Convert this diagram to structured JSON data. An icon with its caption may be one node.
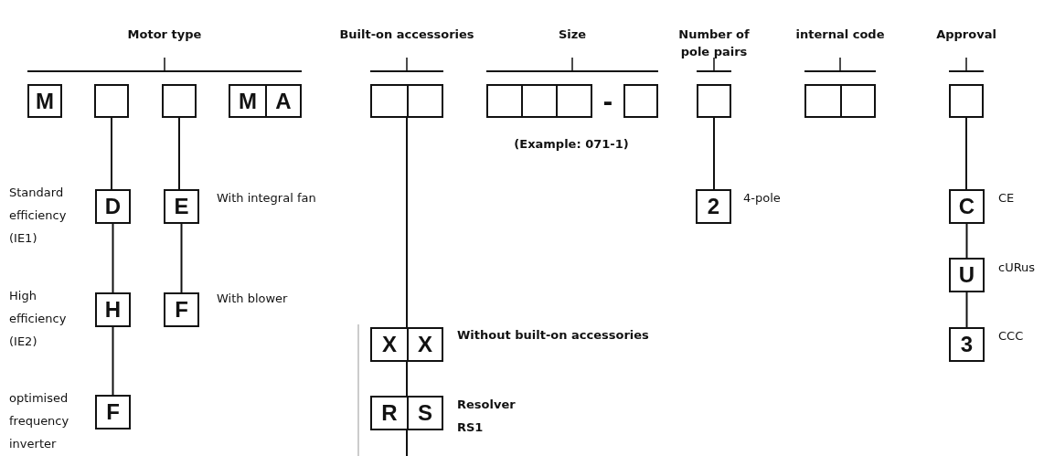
{
  "diagram": {
    "nodes": [
      {
        "text": [
          "M"
        ]
      },
      {
        "text": [],
        "shape": "box"
      },
      {
        "text": [],
        "shape": "box"
      },
      {
        "text": [
          "M"
        ]
      },
      {
        "text": [
          "A"
        ]
      },
      {
        "text": [],
        "shape": "box"
      },
      {
        "text": [],
        "shape": "box"
      },
      {
        "text": [],
        "shape": "box"
      },
      {
        "text": [],
        "shape": "box"
      },
      {
        "text": [],
        "shape": "box"
      },
      {
        "text": [],
        "shape": "box"
      },
      {
        "text": [],
        "shape": "box"
      },
      {
        "text": [],
        "shape": "box"
      },
      {
        "text": [],
        "shape": "box"
      },
      {
        "text": [],
        "shape": "box"
      },
      {
        "text": [
          "D"
        ],
        "beside": [
          "Standard efficiency (IE1)"
        ]
      },
      {
        "text": [
          "E"
        ],
        "beside": [
          "With integral fan"
        ]
      },
      {
        "text": [
          "2"
        ],
        "beside": [
          "4-pole"
        ]
      },
      {
        "text": [
          "C"
        ],
        "beside": [
          "CE"
        ]
      },
      {
        "text": [
          "H"
        ],
        "beside": [
          "High efficiency (IE2)"
        ]
      },
      {
        "text": [
          "F"
        ],
        "beside": [
          "With blower"
        ]
      },
      {
        "text": [
          "U"
        ],
        "beside": [
          "cURus"
        ]
      },
      {
        "text": [
          "X"
        ]
      },
      {
        "text": [
          "X"
        ],
        "beside": [
          "Without built-on accessories"
        ]
      },
      {
        "text": [
          "3"
        ],
        "beside": [
          "CCC"
        ]
      },
      {
        "text": [
          "F"
        ],
        "beside": [
          "optimised frequency inverter"
        ]
      },
      {
        "text": [
          "R"
        ]
      },
      {
        "text": [
          "S"
        ],
        "beside": [
          "Resolver RS1"
        ]
      }
    ],
    "edges": [
      {
        "from": 1,
        "to": 15,
        "arrow": "none"
      },
      {
        "from": 15,
        "to": 19,
        "arrow": "none"
      },
      {
        "from": 19,
        "to": 25,
        "arrow": "none"
      },
      {
        "from": 2,
        "to": 16,
        "arrow": "none"
      },
      {
        "from": 16,
        "to": 20,
        "arrow": "none"
      },
      {
        "from": 5,
        "to": 22,
        "arrow": "none"
      },
      {
        "from": 22,
        "to": 26,
        "arrow": "none"
      },
      {
        "from": 26,
        "to": null,
        "arrow": "none"
      },
      {
        "from": 11,
        "to": 17,
        "arrow": "none"
      },
      {
        "from": 14,
        "to": 18,
        "arrow": "none"
      },
      {
        "from": 18,
        "to": 21,
        "arrow": "none"
      },
      {
        "from": 21,
        "to": 24,
        "arrow": "none"
      }
    ],
    "labels": [
      "Motor type",
      "Built-on accessories",
      "Size",
      "Number of pole pairs",
      "internal code",
      "Approval",
      "-",
      "(Example: 071-1)"
    ]
  }
}
